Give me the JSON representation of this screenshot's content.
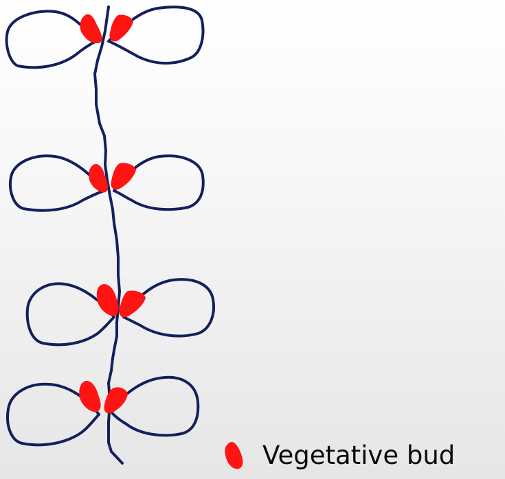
{
  "diagram": {
    "colors": {
      "stem_and_leaves": "#14205c",
      "bud": "#ff1414",
      "background_top": "#ffffff",
      "background_bottom": "#e6e6e6"
    },
    "node_count": 4,
    "legend": {
      "symbol": "red-bud-shape",
      "label": "Vegetative bud"
    }
  }
}
